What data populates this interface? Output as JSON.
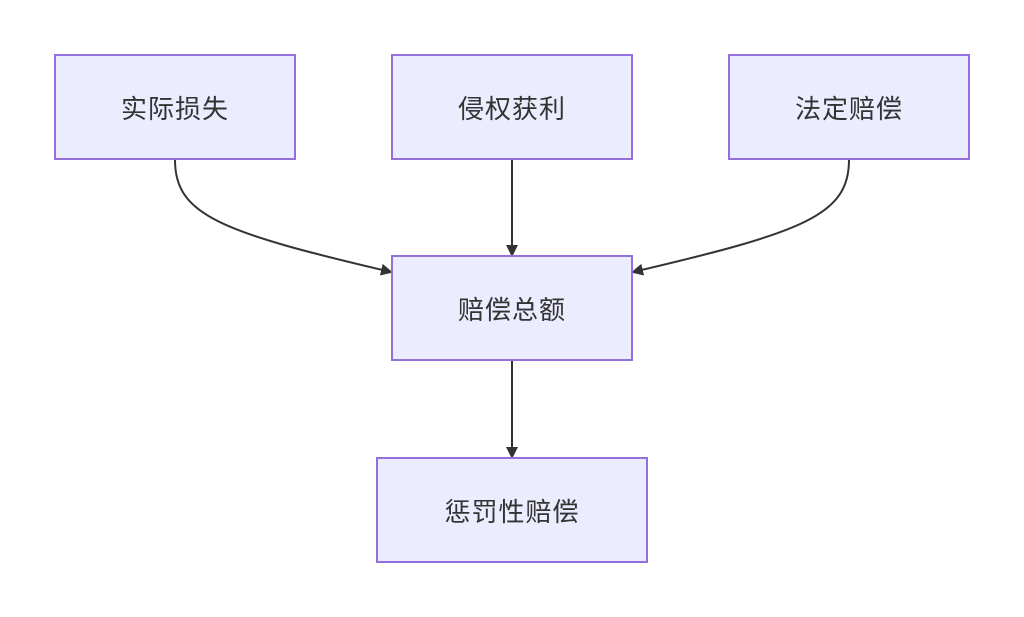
{
  "diagram": {
    "nodes": {
      "actual_loss": "实际损失",
      "infringement_profit": "侵权获利",
      "statutory_compensation": "法定赔偿",
      "total_compensation": "赔偿总额",
      "punitive_compensation": "惩罚性赔偿"
    },
    "edges": [
      {
        "from": "actual_loss",
        "to": "total_compensation"
      },
      {
        "from": "infringement_profit",
        "to": "total_compensation"
      },
      {
        "from": "statutory_compensation",
        "to": "total_compensation"
      },
      {
        "from": "total_compensation",
        "to": "punitive_compensation"
      }
    ],
    "colors": {
      "node_fill": "#ececff",
      "node_border": "#9370db",
      "edge": "#333333",
      "text": "#333333"
    }
  }
}
